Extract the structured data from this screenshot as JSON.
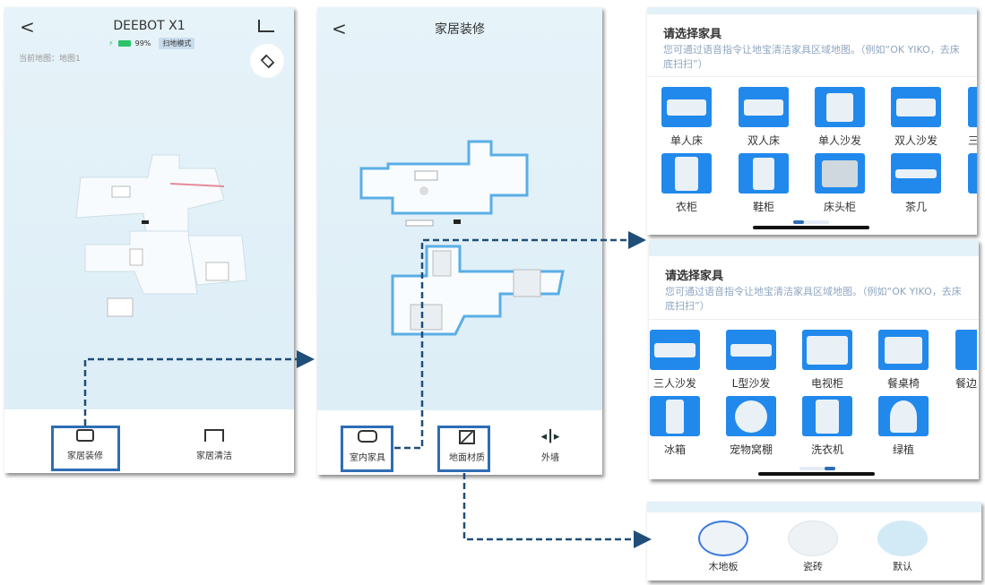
{
  "screen1": {
    "back_icon": "chevron-left",
    "title": "DEEBOT X1",
    "battery": "99%",
    "battery_level": 0.99,
    "mode_badge": "扫地模式",
    "current_map": "当前地图：地图1",
    "share_icon": "share-icon",
    "layers_icon": "layers-icon",
    "tools": [
      {
        "label": "家居装修",
        "icon": "home-decor-icon",
        "highlighted": true
      },
      {
        "label": "家居清洁",
        "icon": "cleaning-icon",
        "highlighted": false
      }
    ]
  },
  "screen2": {
    "title": "家居装修",
    "tools": [
      {
        "label": "室内家具",
        "icon": "sofa-icon",
        "highlighted": true
      },
      {
        "label": "地面材质",
        "icon": "floor-material-icon",
        "highlighted": true
      },
      {
        "label": "外墙",
        "icon": "wall-icon",
        "highlighted": false
      }
    ]
  },
  "furniture_sheet_1": {
    "title": "请选择家具",
    "description": "您可通过语音指令让地宝清洁家具区域地图。（例如“OK YIKO，去床底扫扫”）",
    "items": [
      "单人床",
      "双人床",
      "单人沙发",
      "双人沙发",
      "三",
      "衣柜",
      "鞋柜",
      "床头柜",
      "茶几"
    ],
    "page": 1
  },
  "furniture_sheet_2": {
    "title": "请选择家具",
    "description": "您可通过语音指令让地宝清洁家具区域地图。（例如“OK YIKO，去床底扫扫”）",
    "items": [
      "三人沙发",
      "L型沙发",
      "电视柜",
      "餐桌椅",
      "餐边",
      "冰箱",
      "宠物窝棚",
      "洗衣机",
      "绿植"
    ],
    "page": 2
  },
  "floor_material": {
    "options": [
      {
        "label": "木地板",
        "selected": true
      },
      {
        "label": "瓷砖",
        "selected": false
      },
      {
        "label": "默认",
        "selected": false
      }
    ]
  },
  "colors": {
    "accent": "#2189ec",
    "highlight": "#2e6db4",
    "arrow": "#1f4e79",
    "map_bg": "#e3f1f8",
    "battery": "#2bc46a"
  }
}
